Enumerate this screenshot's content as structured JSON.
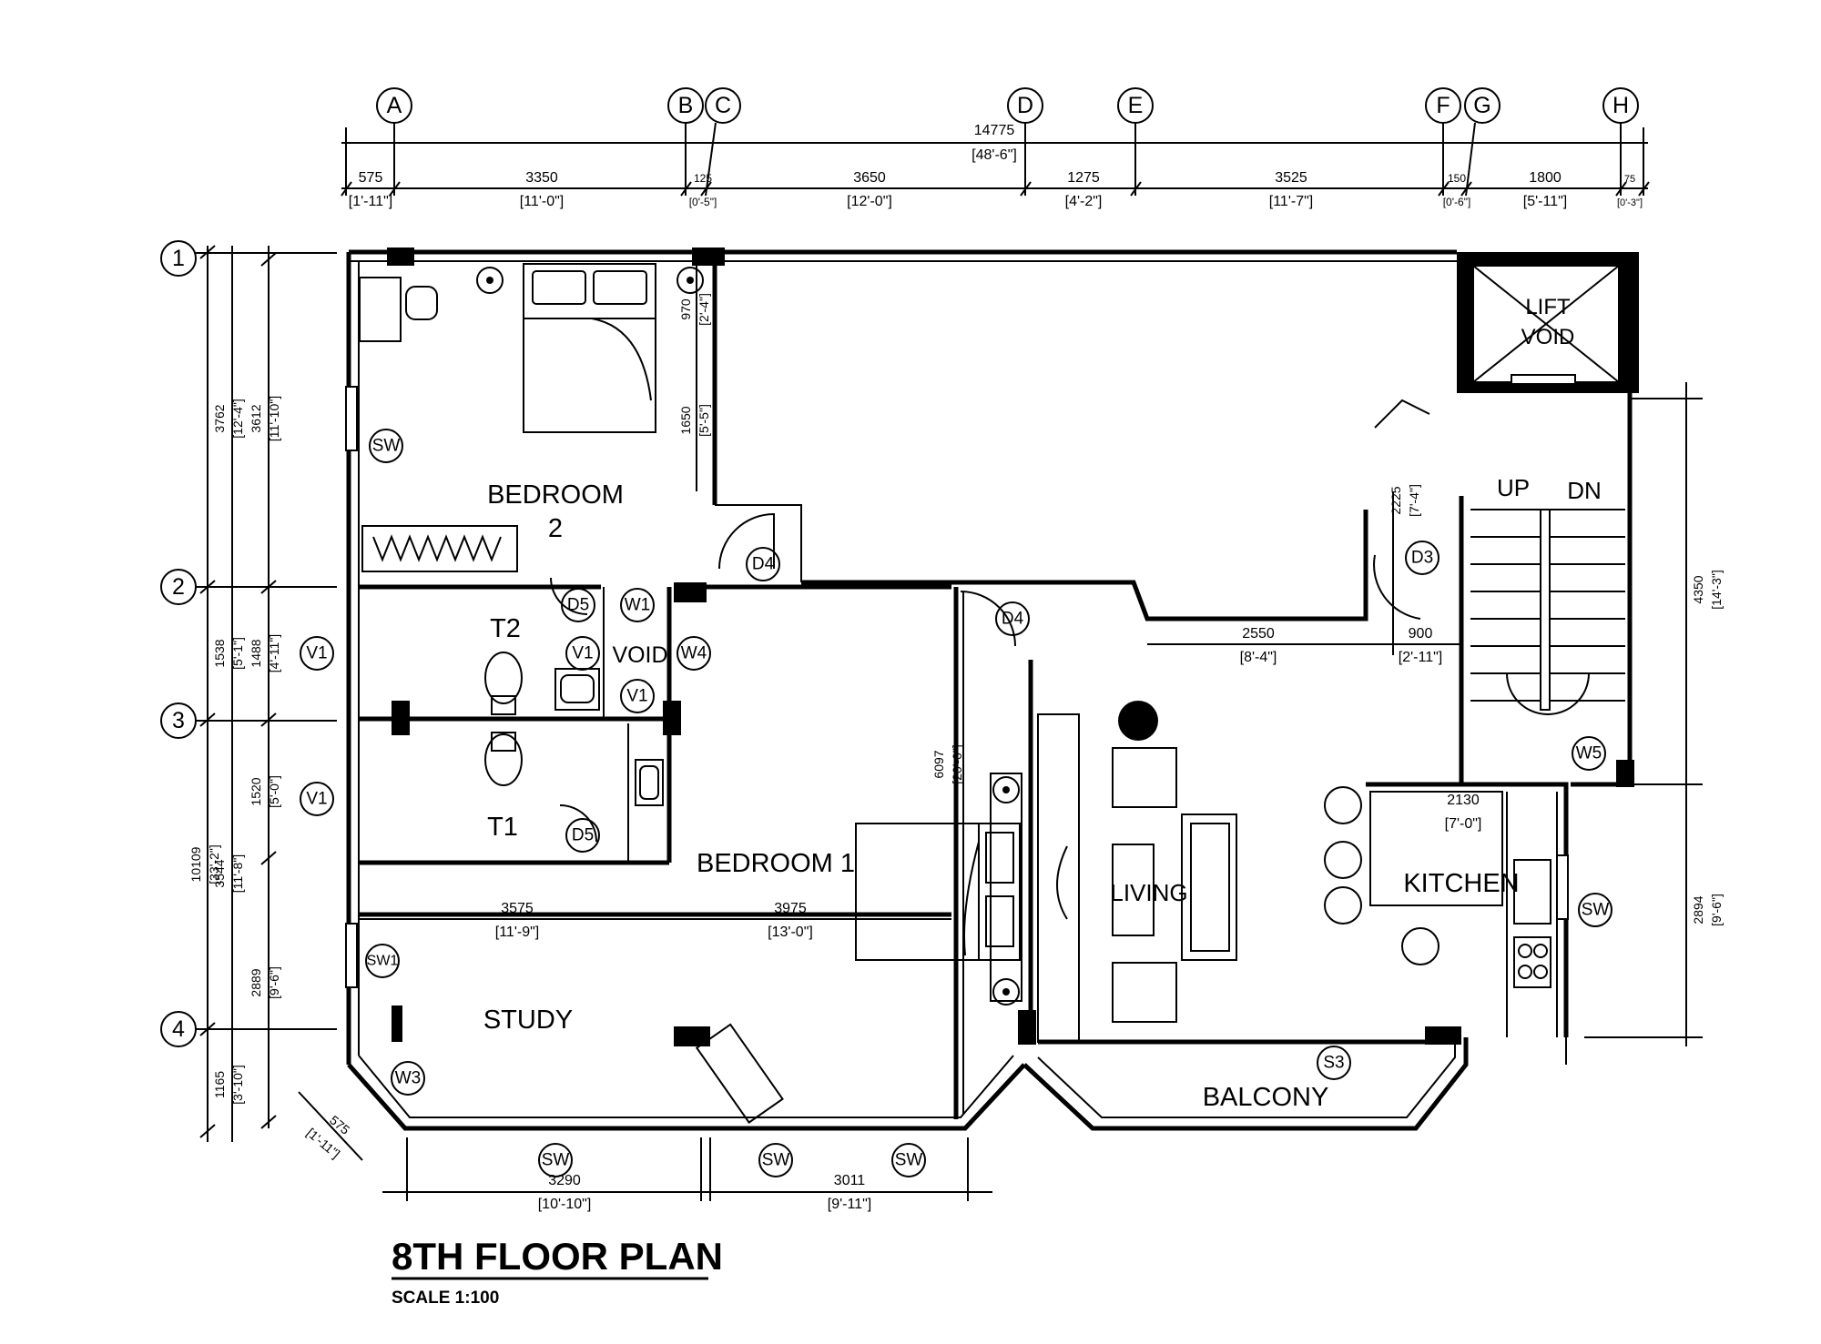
{
  "title": "8TH FLOOR PLAN",
  "scale": "SCALE 1:100",
  "grid_columns": [
    "A",
    "B",
    "C",
    "D",
    "E",
    "F",
    "G",
    "H"
  ],
  "grid_rows": [
    "1",
    "2",
    "3",
    "4"
  ],
  "rooms": {
    "bedroom2_line1": "BEDROOM",
    "bedroom2_line2": "2",
    "t2": "T2",
    "t1": "T1",
    "void": "VOID",
    "bedroom1": "BEDROOM 1",
    "study": "STUDY",
    "living": "LIVING",
    "kitchen": "KITCHEN",
    "balcony": "BALCONY",
    "lift_line1": "LIFT",
    "lift_line2": "VOID",
    "up": "UP",
    "dn": "DN"
  },
  "top_dims": {
    "overall": "14775",
    "overall_imp": "[48'-6\"]",
    "d1": "575",
    "d1_imp": "[1'-11\"]",
    "d2": "3350",
    "d2_imp": "[11'-0\"]",
    "d3": "125",
    "d3_imp": "[0'-5\"]",
    "d4": "3650",
    "d4_imp": "[12'-0\"]",
    "d5": "1275",
    "d5_imp": "[4'-2\"]",
    "d6": "3525",
    "d6_imp": "[11'-7\"]",
    "d7": "150",
    "d7_imp": "[0'-6\"]",
    "d8": "1800",
    "d8_imp": "[5'-11\"]",
    "d9": "75",
    "d9_imp": "[0'-3\"]"
  },
  "left_dims": {
    "overall": "10109",
    "overall_imp": "[33'-2\"]",
    "r1": "3762",
    "r1_imp": "[12'-4\"]",
    "r1b": "3612",
    "r1b_imp": "[11'-10\"]",
    "r2": "1538",
    "r2_imp": "[5'-1\"]",
    "r2b": "1488",
    "r2b_imp": "[4'-11\"]",
    "r3b": "1520",
    "r3b_imp": "[5'-0\"]",
    "r3": "3544",
    "r3_imp": "[11'-8\"]",
    "r3c": "2889",
    "r3c_imp": "[9'-6\"]",
    "r4": "1165",
    "r4_imp": "[3'-10\"]"
  },
  "inner_dims": {
    "b2_a": "970",
    "b2_a_imp": "[2'-4\"]",
    "b2_b": "1650",
    "b2_b_imp": "[5'-5\"]",
    "hall_h": "2225",
    "hall_h_imp": "[7'-4\"]",
    "hall_w": "2550",
    "hall_w_imp": "[8'-4\"]",
    "door_w": "900",
    "door_w_imp": "[2'-11\"]",
    "bed1_h": "6097",
    "bed1_h_imp": "[20'-0\"]",
    "study_a": "3575",
    "study_a_imp": "[11'-9\"]",
    "study_b": "3975",
    "study_b_imp": "[13'-0\"]",
    "kitchen_w": "2130",
    "kitchen_w_imp": "[7'-0\"]",
    "diag": "575",
    "diag_imp": "[1'-11\"]"
  },
  "right_dims": {
    "stair": "4350",
    "stair_imp": "[14'-3\"]",
    "kitchen": "2894",
    "kitchen_imp": "[9'-6\"]"
  },
  "bottom_dims": {
    "left": "3290",
    "left_imp": "[10'-10\"]",
    "right": "3011",
    "right_imp": "[9'-11\"]"
  },
  "tags": {
    "sw": "SW",
    "sw1": "SW1",
    "w3": "W3",
    "w4": "W4",
    "w5": "W5",
    "w1": "W1",
    "v1": "V1",
    "d3": "D3",
    "d4": "D4",
    "d5": "D5",
    "s3": "S3"
  }
}
